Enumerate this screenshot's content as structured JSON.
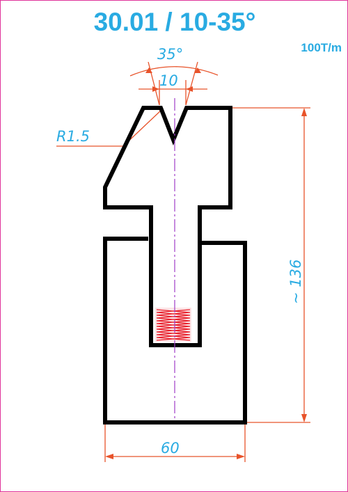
{
  "title": "30.01 / 10-35°",
  "capacity": "100T/m",
  "dimensions": {
    "angle": "35°",
    "v_opening": "10",
    "radius": "R1.5",
    "height": "~ 136",
    "width": "60"
  },
  "colors": {
    "text_blue": "#29abe2",
    "outline": "#000000",
    "dimension_lines": "#e8532a",
    "centerline": "#a03cc9",
    "spring": "#e8222e",
    "frame": "#e0339a"
  }
}
